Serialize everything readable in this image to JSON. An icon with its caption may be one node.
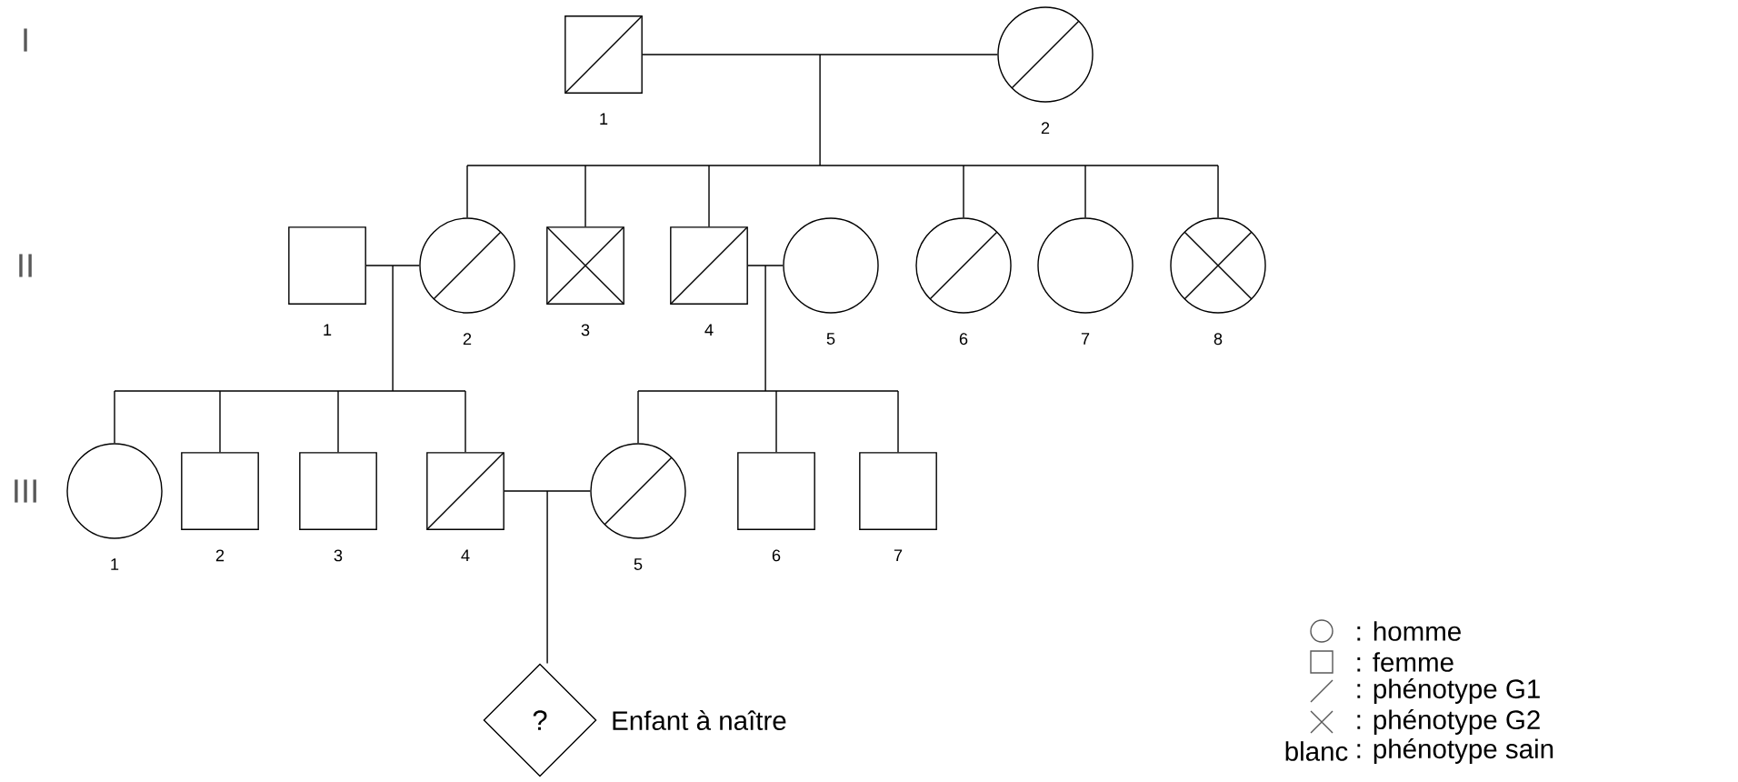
{
  "diagram": {
    "nodes": [
      {
        "text": [],
        "shape": "box",
        "beside": [
          "1"
        ]
      },
      {
        "text": [],
        "shape": "circle",
        "beside": [
          "2"
        ]
      },
      {
        "text": [],
        "shape": "box",
        "beside": [
          "1"
        ]
      },
      {
        "text": [],
        "shape": "circle",
        "beside": [
          "2"
        ]
      },
      {
        "text": [],
        "shape": "box",
        "beside": [
          "3"
        ]
      },
      {
        "text": [],
        "shape": "box",
        "beside": [
          "4"
        ]
      },
      {
        "text": [],
        "shape": "circle",
        "beside": [
          "5"
        ]
      },
      {
        "text": [],
        "shape": "circle",
        "beside": [
          "6"
        ]
      },
      {
        "text": [],
        "shape": "circle",
        "beside": [
          "7"
        ]
      },
      {
        "text": [],
        "shape": "circle",
        "beside": [
          "8"
        ]
      },
      {
        "text": [],
        "shape": "circle",
        "beside": [
          "1"
        ]
      },
      {
        "text": [],
        "shape": "box",
        "beside": [
          "2"
        ]
      },
      {
        "text": [],
        "shape": "box",
        "beside": [
          "3"
        ]
      },
      {
        "text": [],
        "shape": "box",
        "beside": [
          "4"
        ]
      },
      {
        "text": [],
        "shape": "circle",
        "beside": [
          "5"
        ]
      },
      {
        "text": [],
        "shape": "box",
        "beside": [
          "6"
        ]
      },
      {
        "text": [],
        "shape": "box",
        "beside": [
          "7"
        ]
      },
      {
        "text": [
          "?"
        ],
        "beside": [
          "Enfant à naître"
        ]
      }
    ],
    "edges": [
      {
        "from": 0,
        "to": 1,
        "arrow": "none"
      },
      {
        "from": 0,
        "to": 3,
        "arrow": "none"
      },
      {
        "from": 1,
        "to": 3,
        "arrow": "none"
      },
      {
        "from": 0,
        "to": 4,
        "arrow": "none"
      },
      {
        "from": 1,
        "to": 4,
        "arrow": "none"
      },
      {
        "from": 0,
        "to": 5,
        "arrow": "none"
      },
      {
        "from": 1,
        "to": 5,
        "arrow": "none"
      },
      {
        "from": 0,
        "to": 7,
        "arrow": "none"
      },
      {
        "from": 1,
        "to": 7,
        "arrow": "none"
      },
      {
        "from": 0,
        "to": 8,
        "arrow": "none"
      },
      {
        "from": 1,
        "to": 8,
        "arrow": "none"
      },
      {
        "from": 0,
        "to": 9,
        "arrow": "none"
      },
      {
        "from": 1,
        "to": 9,
        "arrow": "none"
      },
      {
        "from": 2,
        "to": 3,
        "arrow": "none"
      },
      {
        "from": 2,
        "to": 10,
        "arrow": "none"
      },
      {
        "from": 3,
        "to": 10,
        "arrow": "none"
      },
      {
        "from": 2,
        "to": 11,
        "arrow": "none"
      },
      {
        "from": 3,
        "to": 11,
        "arrow": "none"
      },
      {
        "from": 2,
        "to": 12,
        "arrow": "none"
      },
      {
        "from": 3,
        "to": 12,
        "arrow": "none"
      },
      {
        "from": 2,
        "to": 13,
        "arrow": "none"
      },
      {
        "from": 3,
        "to": 13,
        "arrow": "none"
      },
      {
        "from": 5,
        "to": 6,
        "arrow": "none"
      },
      {
        "from": 5,
        "to": 14,
        "arrow": "none"
      },
      {
        "from": 6,
        "to": 14,
        "arrow": "none"
      },
      {
        "from": 5,
        "to": 15,
        "arrow": "none"
      },
      {
        "from": 6,
        "to": 15,
        "arrow": "none"
      },
      {
        "from": 5,
        "to": 16,
        "arrow": "none"
      },
      {
        "from": 6,
        "to": 16,
        "arrow": "none"
      },
      {
        "from": 13,
        "to": 14,
        "arrow": "none"
      },
      {
        "from": 13,
        "to": 17,
        "arrow": "none"
      },
      {
        "from": 14,
        "to": 17,
        "arrow": "none"
      }
    ],
    "labels": [
      "I",
      "II",
      "III",
      "blanc"
    ],
    "legend": [
      {
        "text": ": homme"
      },
      {
        "text": ": femme"
      },
      {
        "text": ": phénotype G1"
      },
      {
        "text": ": phénotype G2"
      },
      {
        "text": ": phénotype sain"
      }
    ]
  }
}
